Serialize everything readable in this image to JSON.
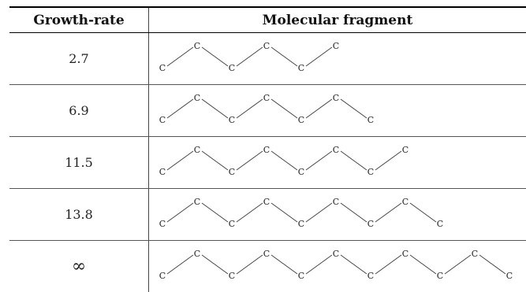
{
  "table": {
    "headers": {
      "rate": "Growth-rate",
      "fragment": "Molecular fragment"
    },
    "atom_label": "C",
    "rows": [
      {
        "rate": "2.7",
        "carbons": 6
      },
      {
        "rate": "6.9",
        "carbons": 7
      },
      {
        "rate": "11.5",
        "carbons": 8
      },
      {
        "rate": "13.8",
        "carbons": 9
      },
      {
        "rate": "∞",
        "carbons": 11
      }
    ]
  }
}
